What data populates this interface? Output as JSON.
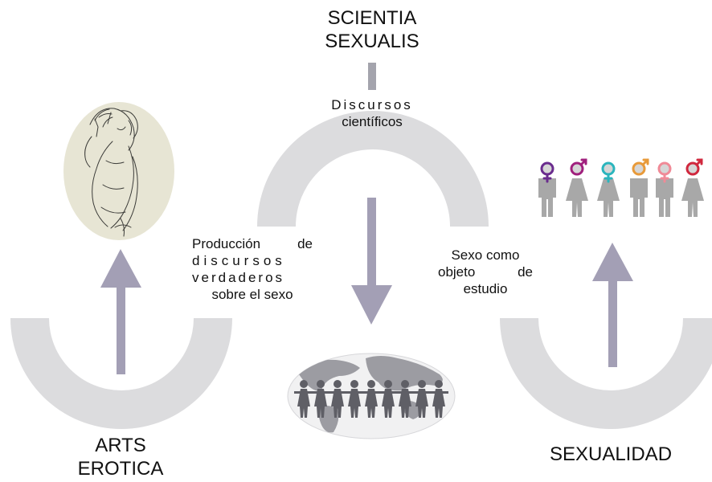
{
  "titles": {
    "top_line1": "SCIENTIA",
    "top_line2": "SEXUALIS",
    "left_line1": "ARTS",
    "left_line2": "EROTICA",
    "right": "SEXUALIDAD"
  },
  "labels": {
    "discursos_line1": "Discursos",
    "discursos_line2": "científicos",
    "produccion_line1": "Producción de",
    "produccion_line2": "discursos",
    "produccion_line3": "verdaderos",
    "produccion_line4": "sobre el sexo",
    "sexo_line1": "Sexo como",
    "sexo_line2": "objeto de",
    "sexo_line3": "estudio"
  },
  "colors": {
    "arc": "#dcdcde",
    "arrow": "#a39fb5",
    "connector": "#a4a4ad",
    "figure": "#a8a8a8",
    "gender_symbols": [
      "#6a2c8e",
      "#a0207d",
      "#2bb5bd",
      "#e89a3a",
      "#f08a97",
      "#d0283e"
    ]
  },
  "icons": {
    "left_image": "erotic-sketch-image",
    "center_image": "globe-people-chain-image",
    "right_image": "gendered-people-icons"
  }
}
